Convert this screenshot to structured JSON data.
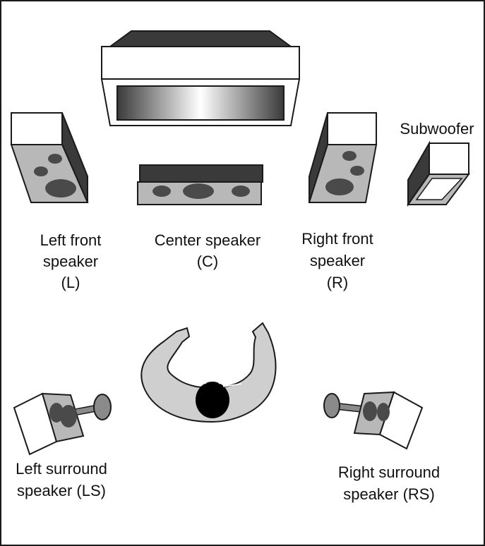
{
  "labels": {
    "subwoofer": "Subwoofer",
    "left_front": [
      "Left front",
      "speaker",
      "(L)"
    ],
    "center": [
      "Center speaker",
      "(C)"
    ],
    "right_front": [
      "Right front",
      "speaker",
      "(R)"
    ],
    "left_surround": [
      "Left surround",
      "speaker (LS)"
    ],
    "right_surround": [
      "Right surround",
      "speaker (RS)"
    ]
  },
  "colors": {
    "outline": "#1a1a1a",
    "dark_face": "#3a3a3a",
    "speaker_face": "#b8b8b8",
    "driver": "#4a4a4a",
    "person_body": "#cfcfcf",
    "head": "#000000"
  }
}
